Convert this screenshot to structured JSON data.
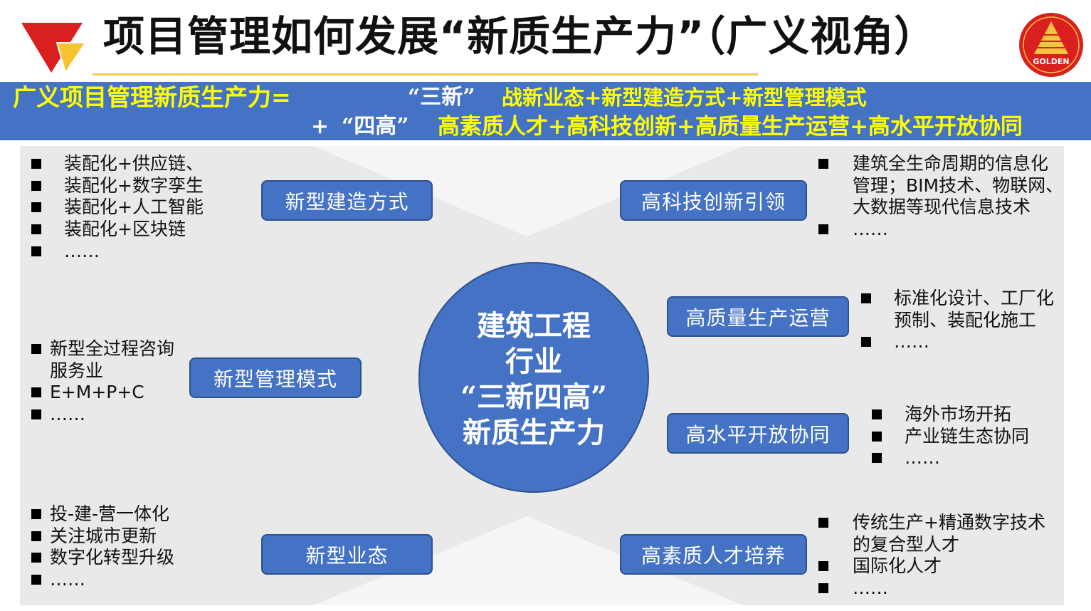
{
  "title": "项目管理如何发展“新质生产力”（广义视角）",
  "logo": {
    "left_icon": "brand-triangle-logo",
    "right_icon": "golden-pyramid-logo",
    "right_text": "GOLDEN"
  },
  "banner": {
    "line1_label": "广义项目管理新质生产力=",
    "line1_key": "“三新”",
    "line1_value": "战新业态+新型建造方式+新型管理模式",
    "line2_plus": "+",
    "line2_key": "“四高”",
    "line2_value": "高素质人才+高科技创新+高质量生产运营+高水平开放协同"
  },
  "center": {
    "lines": [
      "建筑工程",
      "行业",
      "“三新四高”",
      "新质生产力"
    ]
  },
  "nodes": {
    "new_construction": "新型建造方式",
    "new_management": "新型管理模式",
    "new_business": "新型业态",
    "tech_innovation": "高科技创新引领",
    "quality_operation": "高质量生产运营",
    "open_collaboration": "高水平开放协同",
    "talent": "高素质人才培养"
  },
  "lists": {
    "new_construction": [
      [
        "装配化+供应链、"
      ],
      [
        "装配化+数字孪生"
      ],
      [
        "装配化+人工智能"
      ],
      [
        "装配化+区块链"
      ],
      [
        "……"
      ]
    ],
    "new_management": [
      [
        "新型全过程咨询",
        "服务业"
      ],
      [
        "E+M+P+C"
      ],
      [
        "……"
      ]
    ],
    "new_business": [
      [
        "投-建-营一体化"
      ],
      [
        "关注城市更新"
      ],
      [
        "数字化转型升级"
      ],
      [
        "……"
      ]
    ],
    "tech_innovation": [
      [
        "建筑全生命周期的信息化",
        "管理；BIM技术、物联网、",
        "大数据等现代信息技术"
      ],
      [
        "……"
      ]
    ],
    "quality_operation": [
      [
        "标准化设计、工厂化",
        "预制、装配化施工"
      ],
      [
        "……"
      ]
    ],
    "open_collaboration": [
      [
        "海外市场开拓"
      ],
      [
        "产业链生态协同"
      ],
      [
        "……"
      ]
    ],
    "talent": [
      [
        "传统生产+精通数字技术",
        "的复合型人才"
      ],
      [
        "国际化人才"
      ],
      [
        "……"
      ]
    ]
  },
  "icons": {
    "bullet": "bullet-square-icon"
  },
  "colors": {
    "title": "#111111",
    "underline": "#f2c94c",
    "band": "#4472c4",
    "highlight": "#ffff00",
    "node": "#4472c4",
    "node_border": "#2f528f",
    "panel": "#e9e9e9",
    "panel_notch": "#f5f5f5",
    "logo_red": "#d9201e",
    "logo_gold": "#f6c343"
  }
}
